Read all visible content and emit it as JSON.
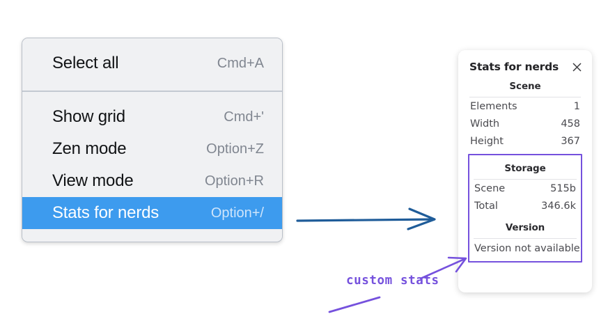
{
  "context_menu": {
    "name": "canvas-context-menu",
    "groups": [
      {
        "items": [
          {
            "label": "Select all",
            "shortcut": "Cmd+A",
            "selected": false,
            "name": "select-all"
          }
        ]
      },
      {
        "items": [
          {
            "label": "Show grid",
            "shortcut": "Cmd+'",
            "selected": false,
            "name": "show-grid"
          },
          {
            "label": "Zen mode",
            "shortcut": "Option+Z",
            "selected": false,
            "name": "zen-mode"
          },
          {
            "label": "View mode",
            "shortcut": "Option+R",
            "selected": false,
            "name": "view-mode"
          },
          {
            "label": "Stats for nerds",
            "shortcut": "Option+/",
            "selected": true,
            "name": "stats-for-nerds"
          }
        ]
      }
    ]
  },
  "stats_panel": {
    "title": "Stats for nerds",
    "close_icon": "close-icon",
    "sections": [
      {
        "name": "scene",
        "heading": "Scene",
        "highlighted": false,
        "rows": [
          {
            "key": "Elements",
            "value": "1"
          },
          {
            "key": "Width",
            "value": "458"
          },
          {
            "key": "Height",
            "value": "367"
          }
        ]
      },
      {
        "name": "storage",
        "heading": "Storage",
        "highlighted": true,
        "rows": [
          {
            "key": "Scene",
            "value": "515b"
          },
          {
            "key": "Total",
            "value": "346.6k"
          }
        ]
      },
      {
        "name": "version",
        "heading": "Version",
        "highlighted": true,
        "full_rows": [
          "Version not available"
        ]
      }
    ]
  },
  "annotations": {
    "handwritten_note": "custom stats",
    "blue_arrow": "arrow-menu-to-panel",
    "purple_arrow": "arrow-note-to-storage-box",
    "purple_underline": "underline-stroke"
  },
  "colors": {
    "menu_background": "#f0f1f3",
    "menu_selected": "#3d9bee",
    "menu_border": "#b9bfc8",
    "menu_divider": "#c3c9d1",
    "shortcut_text": "#808690",
    "panel_background": "#ffffff",
    "highlight_purple": "#7551dd",
    "arrow_blue": "#1f5c99",
    "page_background": "#ffffff"
  }
}
